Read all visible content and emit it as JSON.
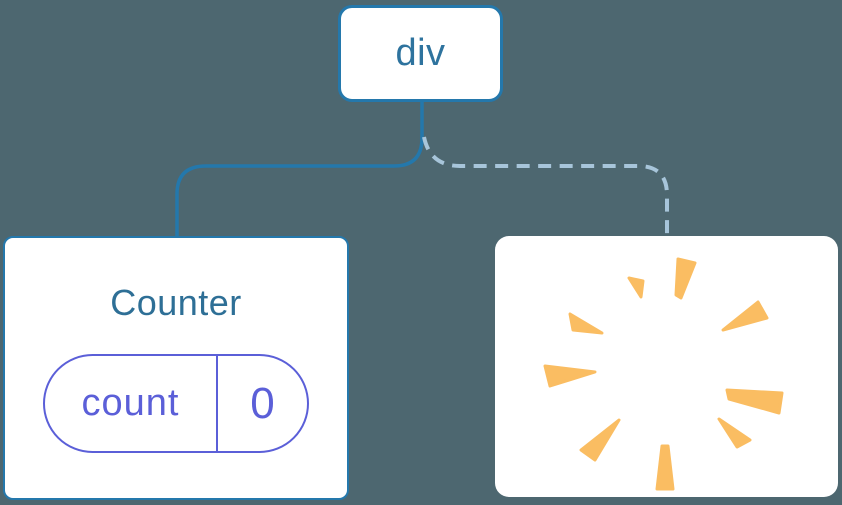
{
  "diagram": {
    "description": "React component tree: a div root keeps the Counter child (state preserved) while the second child is removed (state destroyed with a poof)",
    "root": {
      "label": "div"
    },
    "kept_child": {
      "title": "Counter",
      "state": {
        "key": "count",
        "value": "0"
      }
    },
    "removed_child": {
      "icon": "poof-icon"
    }
  },
  "colors": {
    "background": "#4D6770",
    "node_background": "#FFFFFF",
    "node_border_blue": "#2478AC",
    "label_blue": "#2E739E",
    "title_blue": "#2E6F96",
    "state_purple": "#5B5FD8",
    "poof_orange": "#FABD62",
    "connector_solid": "#2478AC",
    "connector_dashed": "#A7C5DA"
  }
}
